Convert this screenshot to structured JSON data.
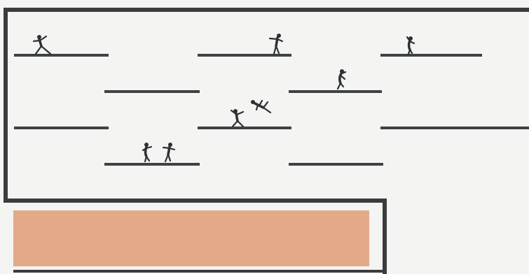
{
  "colors": {
    "background": "#f4f4f2",
    "frame": "#3a3c3d",
    "ledge": "#3d4244",
    "figure": "#2d3133",
    "panel_fill": "#e3aa8a"
  },
  "icons": {
    "figures": [
      "leaping-figure",
      "leaping-figure",
      "leaping-figure",
      "leaping-figure",
      "tumbling-figure",
      "leaping-figure",
      "leaping-figure",
      "leaping-figure"
    ]
  }
}
